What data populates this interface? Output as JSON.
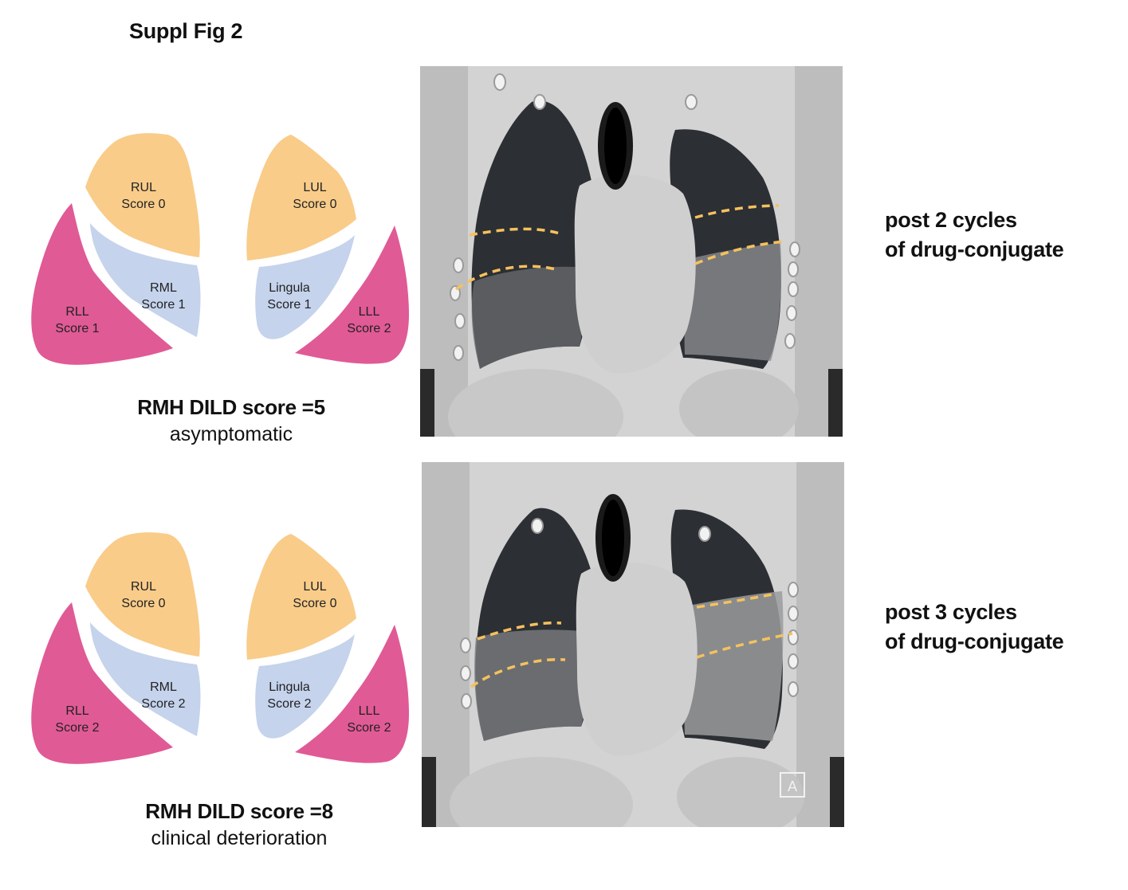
{
  "figure_title": "Suppl Fig 2",
  "panels": [
    {
      "lobes": {
        "rul": {
          "name": "RUL",
          "score": "Score 0"
        },
        "rml": {
          "name": "RML",
          "score": "Score 1"
        },
        "rll": {
          "name": "RLL",
          "score": "Score 1"
        },
        "lul": {
          "name": "LUL",
          "score": "Score 0"
        },
        "lingula": {
          "name": "Lingula",
          "score": "Score 1"
        },
        "lll": {
          "name": "LLL",
          "score": "Score 2"
        }
      },
      "total_score": "RMH DILD score =5",
      "status": "asymptomatic",
      "cycle_label_line1": "post 2 cycles",
      "cycle_label_line2": "of drug-conjugate"
    },
    {
      "lobes": {
        "rul": {
          "name": "RUL",
          "score": "Score 0"
        },
        "rml": {
          "name": "RML",
          "score": "Score 2"
        },
        "rll": {
          "name": "RLL",
          "score": "Score 2"
        },
        "lul": {
          "name": "LUL",
          "score": "Score 0"
        },
        "lingula": {
          "name": "Lingula",
          "score": "Score 2"
        },
        "lll": {
          "name": "LLL",
          "score": "Score 2"
        }
      },
      "total_score": "RMH DILD score =8",
      "status": "clinical deterioration",
      "cycle_label_line1": "post 3 cycles",
      "cycle_label_line2": "of drug-conjugate",
      "ct_marker": "A"
    }
  ],
  "colors": {
    "upper_lobe": "#f9cc8a",
    "middle_lobe": "#c5d3ec",
    "lower_lobe": "#e05a95",
    "fissure_dash": "#f5c15e"
  }
}
